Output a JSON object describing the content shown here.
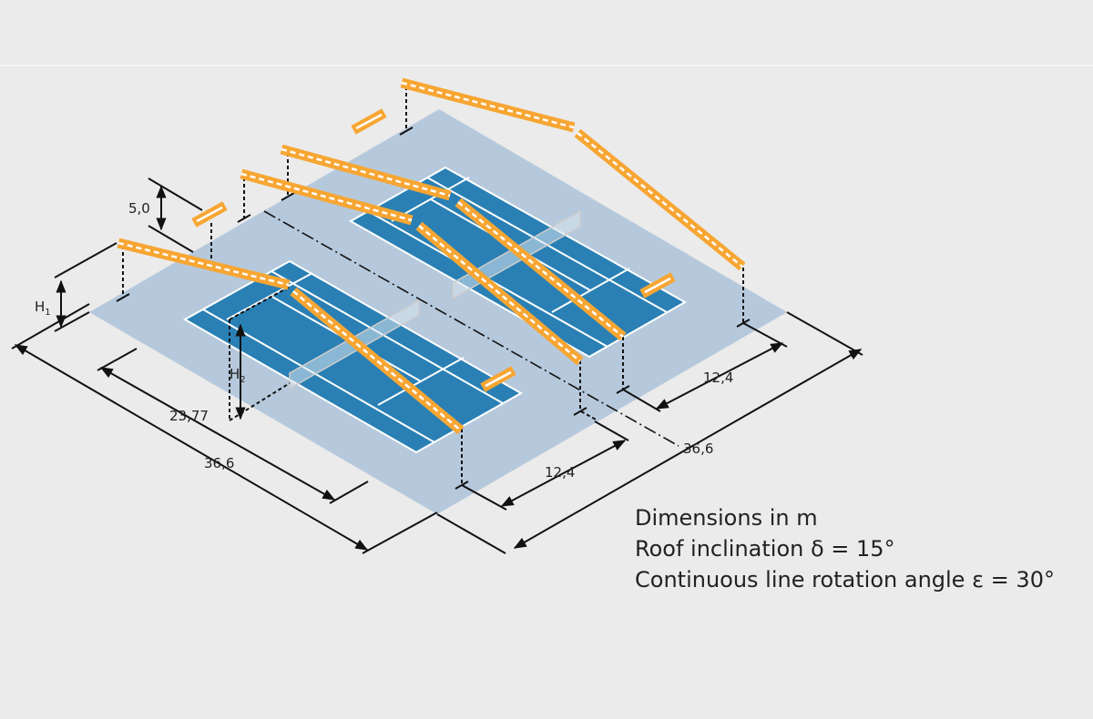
{
  "labels": {
    "span_left": "36,6",
    "court_length": "23,77",
    "offset_front": "12,4",
    "offset_right": "12,4",
    "span_right": "36,6",
    "gap_5": "5,0",
    "h1_letter": "H",
    "h1_sub": "1",
    "h2_letter": "H",
    "h2_sub": "2"
  },
  "legend": {
    "line1": "Dimensions in m",
    "line2": "Roof inclination δ = 15°",
    "line3": "Continuous line rotation angle ε = 30°"
  },
  "colors": {
    "background": "#ebebeb",
    "ground": "#b6c9dc",
    "court": "#2a80b4",
    "court_lines": "#ffffff",
    "beam": "#f7a633",
    "dimension_lines": "#111111"
  }
}
